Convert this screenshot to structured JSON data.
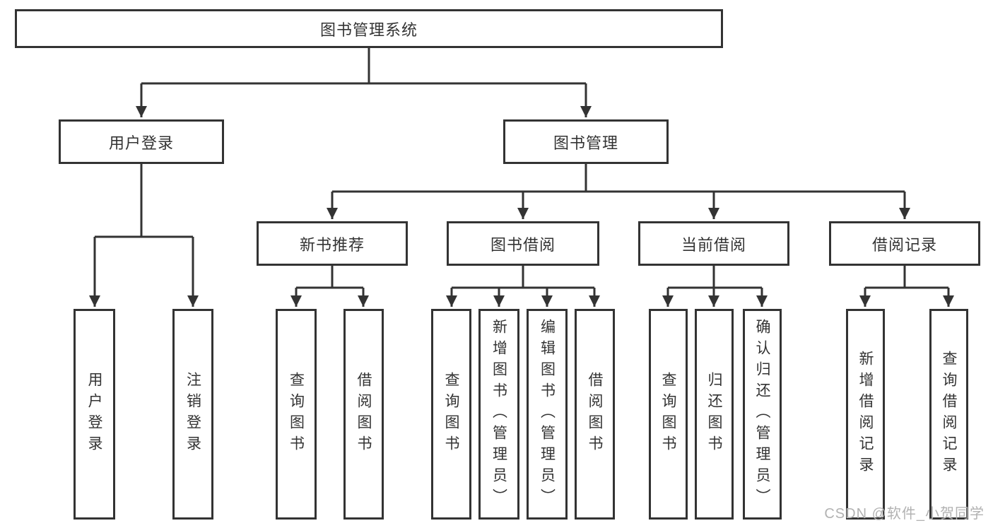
{
  "diagram_title": "图书管理系统",
  "tree": {
    "label": "图书管理系统",
    "children": [
      {
        "label": "用户登录",
        "children": [
          {
            "label": "用户登录"
          },
          {
            "label": "注销登录"
          }
        ]
      },
      {
        "label": "图书管理",
        "children": [
          {
            "label": "新书推荐",
            "children": [
              {
                "label": "查询图书"
              },
              {
                "label": "借阅图书"
              }
            ]
          },
          {
            "label": "图书借阅",
            "children": [
              {
                "label": "查询图书"
              },
              {
                "label": "新增图书（管理员）"
              },
              {
                "label": "编辑图书（管理员）"
              },
              {
                "label": "借阅图书"
              }
            ]
          },
          {
            "label": "当前借阅",
            "children": [
              {
                "label": "查询图书"
              },
              {
                "label": "归还图书"
              },
              {
                "label": "确认归还（管理员）"
              }
            ]
          },
          {
            "label": "借阅记录",
            "children": [
              {
                "label": "新增借阅记录"
              },
              {
                "label": "查询借阅记录"
              }
            ]
          }
        ]
      }
    ]
  },
  "watermark": {
    "text": "CSDN @软件_小贺同学"
  },
  "colors": {
    "line": "#333333",
    "box_border": "#333333",
    "text": "#333333",
    "background": "#ffffff",
    "watermark": "#b2b2b2"
  }
}
